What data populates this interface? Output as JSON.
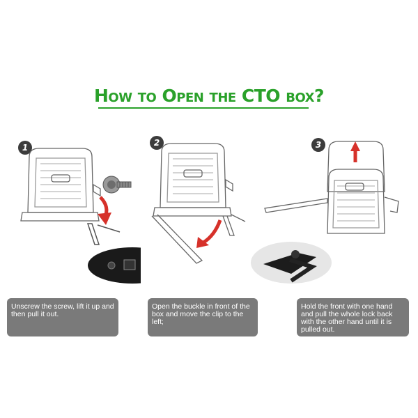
{
  "title": "How to Open the CTO box?",
  "colors": {
    "title": "#2aa12a",
    "rule": "#2aa12a",
    "arrow": "#d6312a",
    "caption_bg": "#7a7a7a",
    "caption_text": "#ffffff",
    "badge": "#3c3c3c"
  },
  "steps": [
    {
      "number": "1",
      "caption": "Unscrew the screw, lift it up and then pull it out."
    },
    {
      "number": "2",
      "caption": "Open the buckle in front of the box and move the clip to the left;"
    },
    {
      "number": "3",
      "caption": "Hold the front with one hand and pull the whole lock back with the other hand until it is pulled out."
    }
  ]
}
